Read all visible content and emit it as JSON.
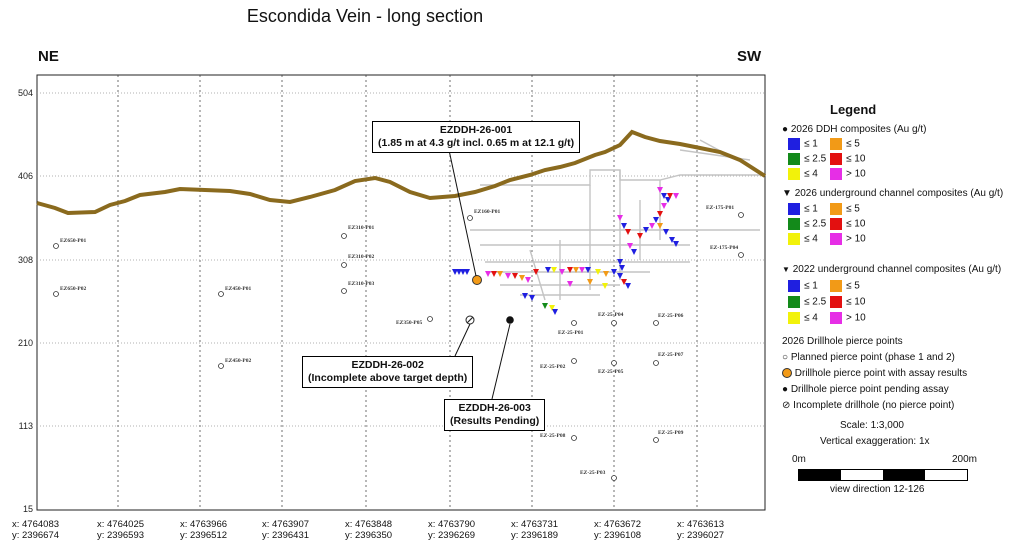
{
  "title": "Escondida Vein - long section",
  "directions": {
    "left": "NE",
    "right": "SW"
  },
  "y_axis_ticks": [
    "504",
    "406",
    "308",
    "210",
    "113",
    "15"
  ],
  "coordinates": [
    {
      "x": "x: 4764083",
      "y": "y: 2396674"
    },
    {
      "x": "x: 4764025",
      "y": "y: 2396593"
    },
    {
      "x": "x: 4763966",
      "y": "y: 2396512"
    },
    {
      "x": "x: 4763907",
      "y": "y: 2396431"
    },
    {
      "x": "x: 4763848",
      "y": "y: 2396350"
    },
    {
      "x": "x: 4763790",
      "y": "y: 2396269"
    },
    {
      "x": "x: 4763731",
      "y": "y: 2396189"
    },
    {
      "x": "x: 4763672",
      "y": "y: 2396108"
    },
    {
      "x": "x: 4763613",
      "y": "y: 2396027"
    }
  ],
  "callouts": {
    "ezddh_001": {
      "line1": "EZDDH-26-001",
      "line2": "(1.85 m at 4.3 g/t incl. 0.65 m at 12.1 g/t)"
    },
    "ezddh_002": {
      "line1": "EZDDH-26-002",
      "line2": "(Incomplete above target depth)"
    },
    "ezddh_003": {
      "line1": "EZDDH-26-003",
      "line2": "(Results Pending)"
    }
  },
  "pierce_labels": [
    "EZ650-P01",
    "EZ650-P02",
    "EZ450-P01",
    "EZ450-P02",
    "EZ310-P01",
    "EZ310-P02",
    "EZ310-P03",
    "EZ350-P05",
    "EZ160-P01",
    "EZ-175-P01",
    "EZ-175-P04",
    "EZ-25-P04",
    "EZ-25-P06",
    "EZ-25-P01",
    "EZ-25-P02",
    "EZ-25-P05",
    "EZ-25-P07",
    "EZ-25-P08",
    "EZ-25-P09",
    "EZ-25-P03"
  ],
  "legend": {
    "title": "Legend",
    "section1": "2026 DDH composites (Au g/t)",
    "section2": "2026 underground channel composites (Au g/t)",
    "section3": "2022 underground channel composites (Au g/t)",
    "grades": [
      "≤ 1",
      "≤ 5",
      "≤ 2.5",
      "≤ 10",
      "≤ 4",
      "> 10"
    ],
    "grade_colors": [
      "#1f1fe0",
      "#f29a17",
      "#138a1a",
      "#e31010",
      "#f2f20a",
      "#e62ee6"
    ],
    "pierce_header": "2026 Drillhole pierce points",
    "planned": "Planned pierce point (phase 1 and 2)",
    "with_assay": "Drillhole pierce point with assay results",
    "pending": "Drillhole pierce point pending assay",
    "incomplete": "Incomplete drillhole (no pierce point)",
    "scale": "Scale: 1:3,000",
    "vertical_exaggeration": "Vertical exaggeration: 1x",
    "scale_start": "0m",
    "scale_end": "200m",
    "view_direction": "view direction 12-126"
  },
  "colors": {
    "topography": "#8a6a1e",
    "with_assay_marker": "#f29a17"
  }
}
